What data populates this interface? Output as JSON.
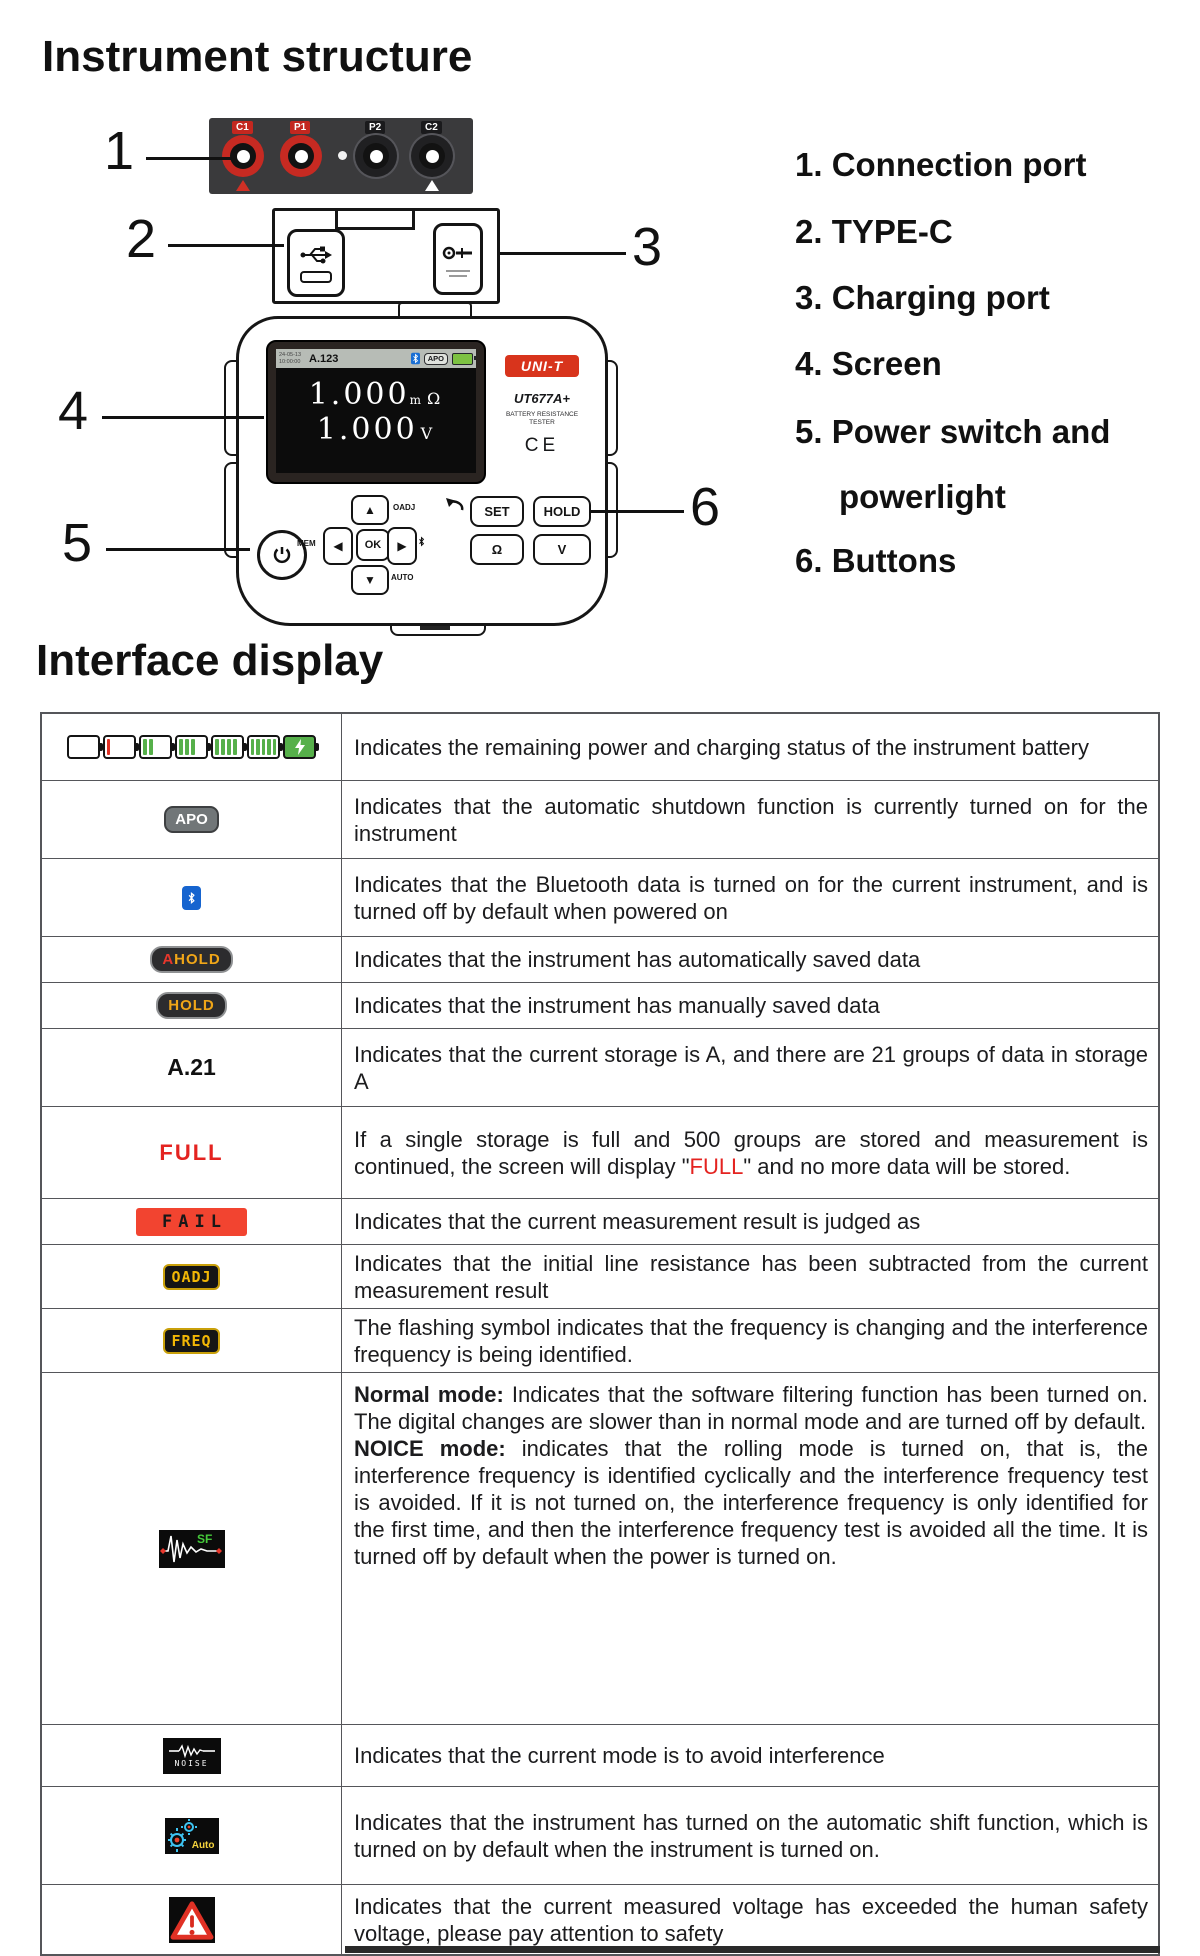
{
  "headings": {
    "instrument": "Instrument structure",
    "interface": "Interface display"
  },
  "callouts": {
    "n1": "1",
    "n2": "2",
    "n3": "3",
    "n4": "4",
    "n5": "5",
    "n6": "6"
  },
  "legend": {
    "items": [
      {
        "text": "1. Connection port"
      },
      {
        "text": "2. TYPE-C"
      },
      {
        "text": "3. Charging port"
      },
      {
        "text": "4. Screen"
      },
      {
        "text": "5. Power switch and",
        "text2": "powerlight"
      },
      {
        "text": "6. Buttons"
      }
    ]
  },
  "ports": {
    "labels": [
      "C1",
      "P1",
      "P2",
      "C2"
    ]
  },
  "device": {
    "brand": "UNI-T",
    "model": "UT677A+",
    "subtitle_line1": "BATTERY RESISTANCE",
    "subtitle_line2": "TESTER",
    "ce_mark": "CE",
    "screen": {
      "timestamp_line1": "24-05-13",
      "timestamp_line2": "10:00:00",
      "storage_indicator": "A.123",
      "apo_badge": "APO",
      "resistance_value": "1.000",
      "resistance_unit_prefix": "m",
      "resistance_unit": "Ω",
      "voltage_value": "1.000",
      "voltage_unit": "V"
    },
    "buttons": {
      "set": "SET",
      "hold": "HOLD",
      "ohm": "Ω",
      "volt": "V",
      "ok": "OK"
    },
    "button_labels": {
      "oadj": "OADJ",
      "mem": "MEM",
      "auto": "AUTO"
    }
  },
  "colors": {
    "brand_red": "#d8341c",
    "badge_yellow": "#f2b705",
    "fail_red": "#f24430",
    "full_red": "#e42320",
    "battery_green": "#56b04a",
    "bluetooth_blue": "#1664cf"
  },
  "table": {
    "rows": [
      {
        "text": "Indicates the remaining power and charging status of the instrument battery"
      },
      {
        "badge": "APO",
        "text": "Indicates that the automatic shutdown function is currently turned on for the instrument"
      },
      {
        "text": "Indicates that the Bluetooth data is turned on for the current instrument, and is turned off by default when powered on"
      },
      {
        "badge_prefix": "A",
        "badge": "HOLD",
        "text": "Indicates that the instrument has automatically saved data"
      },
      {
        "badge": "HOLD",
        "text": "Indicates that the instrument has manually saved data"
      },
      {
        "label": "A.21",
        "text": "Indicates that the current storage is A, and there are 21 groups of data in storage A"
      },
      {
        "label": "FULL",
        "text_before": "If a single storage is full and 500 groups are stored and measurement is continued, the screen will display \"",
        "highlight": "FULL",
        "text_after": "\" and no more data will be stored."
      },
      {
        "badge": "FAIL",
        "text": "Indicates that the current measurement result is judged as"
      },
      {
        "badge": "OADJ",
        "text": "Indicates that the initial line resistance has been subtracted from the current measurement result"
      },
      {
        "badge": "FREQ",
        "text": "The flashing symbol indicates that the frequency is changing and the interference frequency is being identified."
      },
      {
        "icon_label": "SF",
        "normal_bold": "Normal mode:",
        "normal_text": " Indicates that the software filtering function has been turned on. The digital changes are slower than in normal mode and are turned off by default.",
        "noice_bold": "NOICE mode:",
        "noice_text": " indicates that the rolling mode is turned on, that is, the interference frequency is identified cyclically and the interference frequency test is avoided. If it is not turned on, the interference frequency is only identified for the first time, and then the interference frequency test is avoided all the time. It is turned off by default when the power is turned on."
      },
      {
        "icon_label": "NOISE",
        "text": "Indicates that the current mode is to avoid interference"
      },
      {
        "icon_label": "Auto",
        "text": "Indicates that the instrument has turned on the automatic shift function, which is turned on by default when the instrument is turned on."
      },
      {
        "text": "Indicates that the current measured voltage has exceeded the human safety voltage, please pay attention to safety"
      }
    ]
  }
}
